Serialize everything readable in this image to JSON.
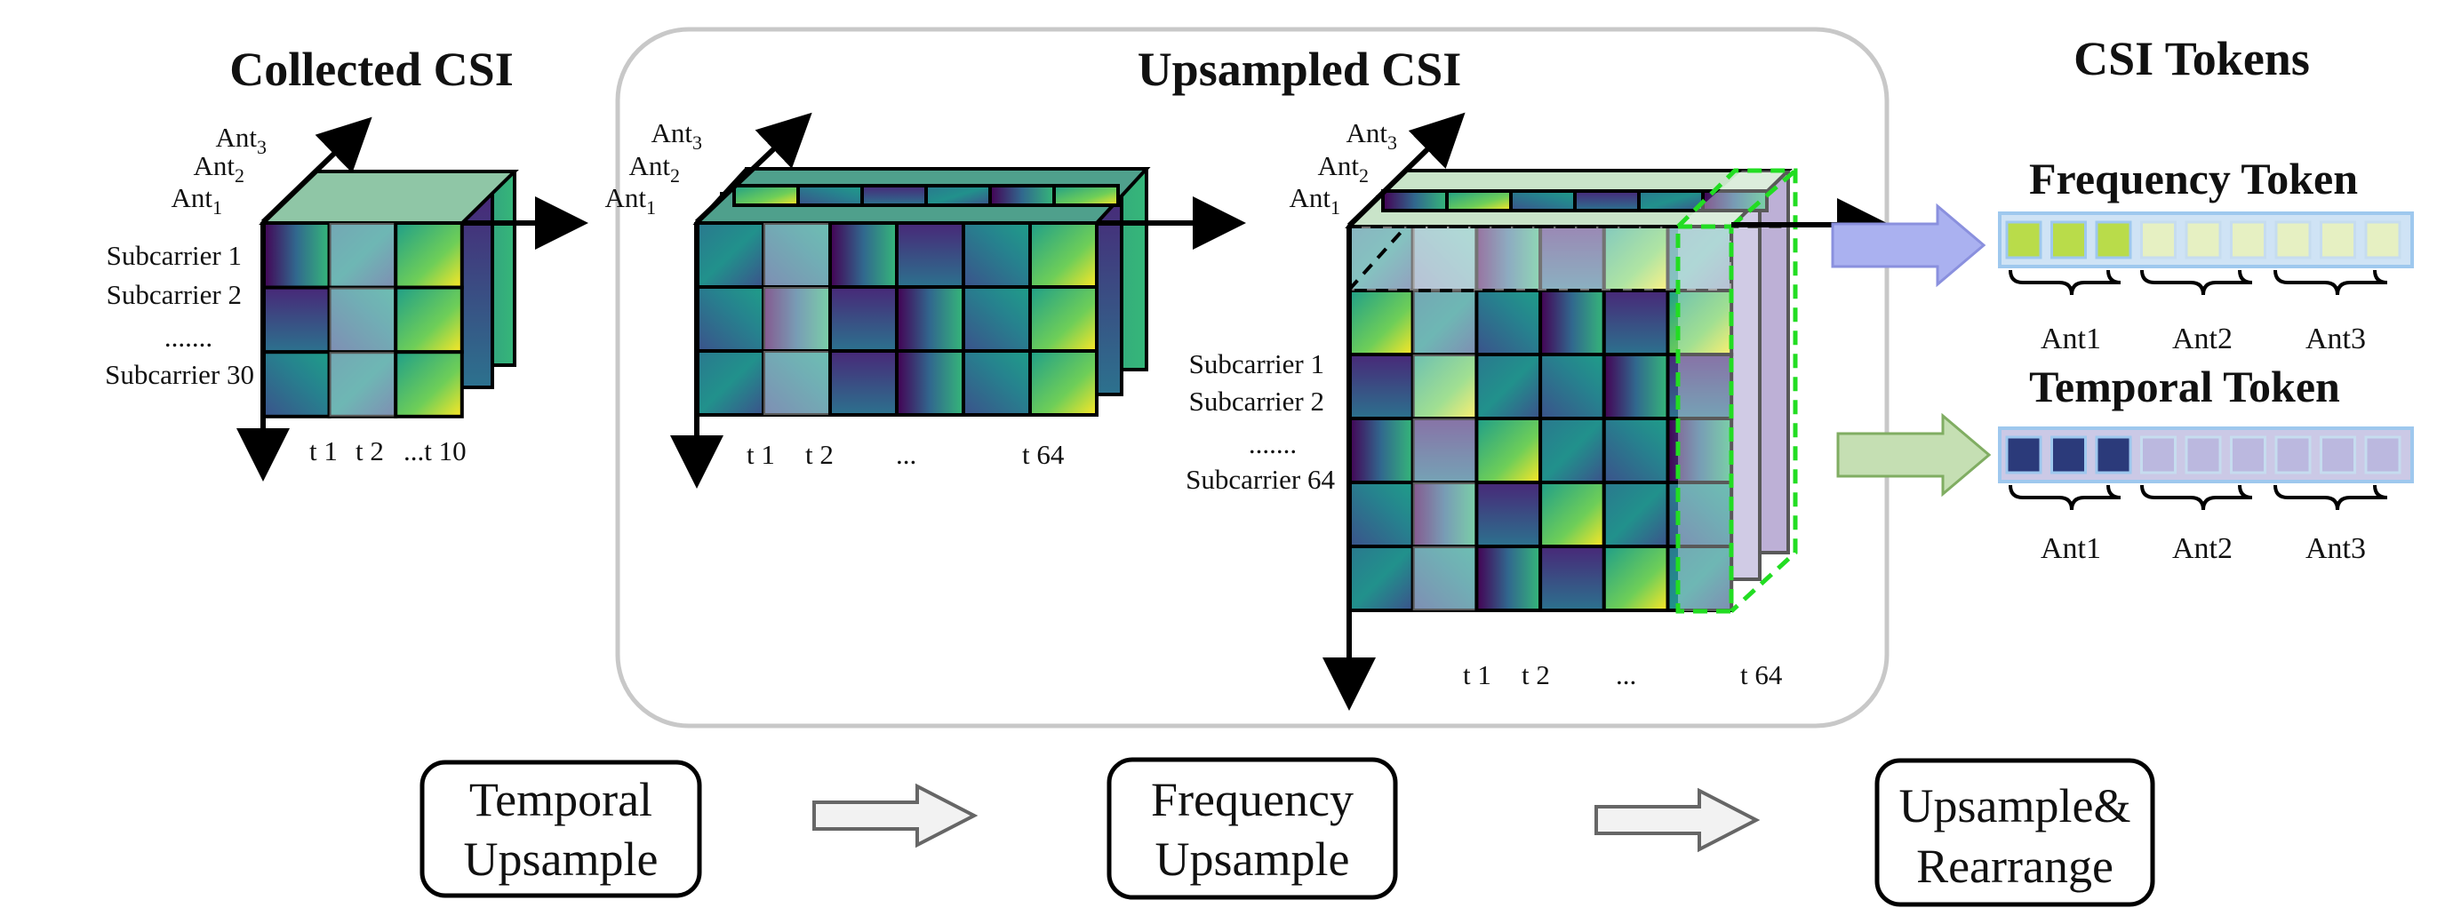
{
  "titles": {
    "collected": "Collected CSI",
    "upsampled": "Upsampled CSI",
    "tokens": "CSI Tokens",
    "frequency_token": "Frequency Token",
    "temporal_token": "Temporal Token"
  },
  "antennas": [
    "Ant1",
    "Ant2",
    "Ant3"
  ],
  "collected": {
    "subcarriers": [
      "Subcarrier 1",
      "Subcarrier 2",
      ".......",
      "Subcarrier 30"
    ],
    "times": [
      "t 1",
      "t 2",
      "...t 10"
    ]
  },
  "upsampled_mid": {
    "times": [
      "t 1",
      "t 2",
      "...",
      "t 64"
    ]
  },
  "upsampled_right": {
    "subcarriers": [
      "Subcarrier 1",
      "Subcarrier 2",
      ".......",
      "Subcarrier 64"
    ],
    "times": [
      "t 1",
      "t 2",
      "...",
      "t 64"
    ]
  },
  "token_groups": [
    "Ant1",
    "Ant2",
    "Ant3"
  ],
  "steps": {
    "temporal": [
      "Temporal",
      "Upsample"
    ],
    "frequency": [
      "Frequency",
      "Upsample"
    ],
    "rearrange": [
      "Upsample&",
      "Rearrange"
    ]
  },
  "colors": {
    "frame_border": "#c8c8c8",
    "dashed_green": "#22dd22",
    "freq_arrow": "#aab1f0",
    "temp_arrow": "#c5dfb3",
    "token_blue": "#9ec8ee",
    "temporal_cell": "#2b3a7a",
    "frequency_cell": "#b9dc4a"
  }
}
